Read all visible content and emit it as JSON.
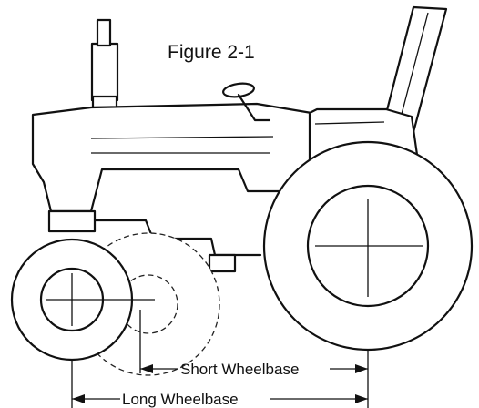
{
  "figure": {
    "title": "Figure 2-1",
    "short_wheelbase_label": "Short Wheelbase",
    "long_wheelbase_label": "Long Wheelbase"
  }
}
